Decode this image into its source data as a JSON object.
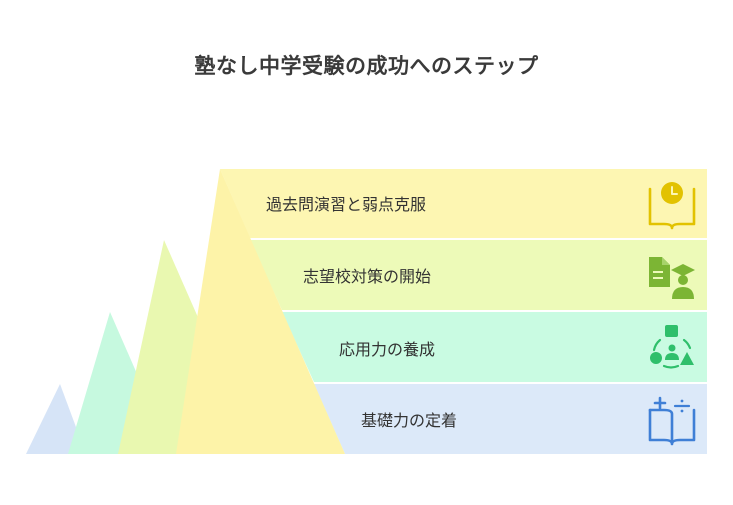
{
  "title": "塾なし中学受験の成功へのステップ",
  "steps": [
    {
      "label": "過去問演習と弱点克服",
      "icon": "book-clock-icon",
      "band_color": "#fdf6b2",
      "tri_color": "#fdf3a8",
      "accent": "#e2c200"
    },
    {
      "label": "志望校対策の開始",
      "icon": "student-document-icon",
      "band_color": "#edfab8",
      "tri_color": "#e9f8b0",
      "accent": "#7cb534"
    },
    {
      "label": "応用力の養成",
      "icon": "shapes-person-icon",
      "band_color": "#c9fbe2",
      "tri_color": "#c6f9df",
      "accent": "#2fbf6b"
    },
    {
      "label": "基礎力の定着",
      "icon": "book-math-icon",
      "band_color": "#dce9f9",
      "tri_color": "#d6e4f7",
      "accent": "#3f7fd6"
    }
  ]
}
